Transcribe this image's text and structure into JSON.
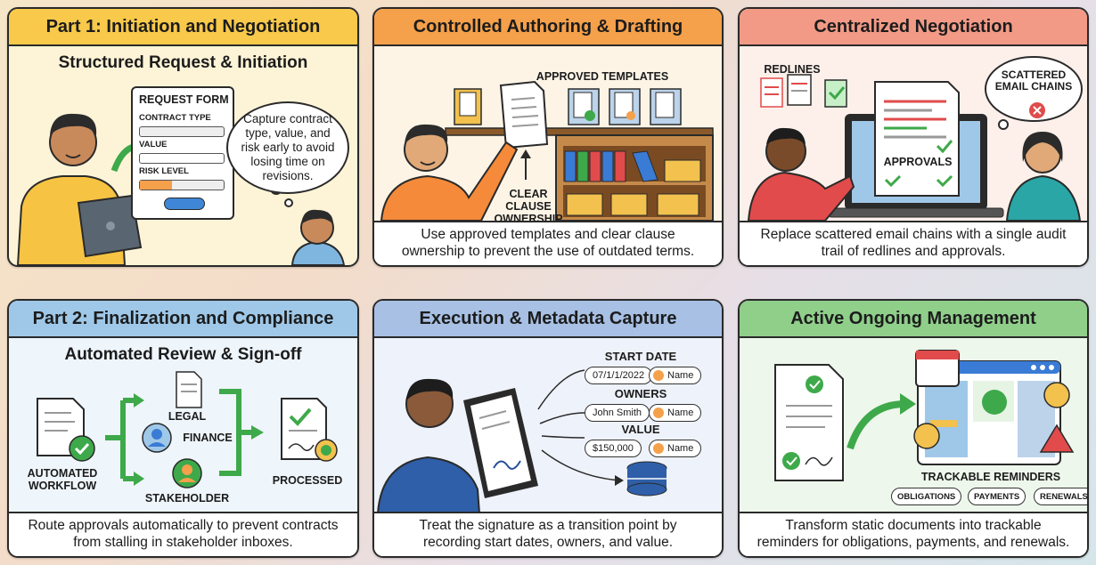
{
  "panels": {
    "p1": {
      "title": "Part 1: Initiation and Negotiation",
      "subtitle": "Structured Request & Initiation",
      "form_title": "REQUEST FORM",
      "field_contract_type": "CONTRACT TYPE",
      "field_value": "VALUE",
      "field_risk": "RISK LEVEL",
      "thought": "Capture contract type, value, and risk early to avoid losing time on revisions.",
      "caption": ""
    },
    "p2": {
      "title": "Controlled Authoring & Drafting",
      "templates_label": "APPROVED TEMPLATES",
      "ownership_label": "CLEAR CLAUSE OWNERSHIP",
      "caption": "Use approved templates and clear clause ownership to prevent the use of outdated terms."
    },
    "p3": {
      "title": "Centralized Negotiation",
      "redlines_label": "REDLINES",
      "email_label": "SCATTERED EMAIL CHAINS",
      "approvals_label": "APPROVALS",
      "caption": "Replace scattered email chains with a single audit trail of redlines and approvals."
    },
    "p4": {
      "title": "Part 2: Finalization and Compliance",
      "subtitle": "Automated Review & Sign-off",
      "workflow_label": "AUTOMATED WORKFLOW",
      "legal_label": "LEGAL",
      "finance_label": "FINANCE",
      "stakeholder_label": "STAKEHOLDER",
      "processed_label": "PROCESSED",
      "caption": "Route approvals automatically to prevent contracts from stalling in stakeholder inboxes."
    },
    "p5": {
      "title": "Execution & Metadata Capture",
      "start_date_label": "START DATE",
      "start_date_value": "07/1/1/2022",
      "owners_label": "OWNERS",
      "owners_value": "John Smith",
      "value_label": "VALUE",
      "value_value": "$150,000",
      "name_tag": "Name",
      "caption": "Treat the signature as a transition point by recording start dates, owners, and value."
    },
    "p6": {
      "title": "Active Ongoing Management",
      "reminders_label": "TRACKABLE REMINDERS",
      "tag_obligations": "OBLIGATIONS",
      "tag_payments": "PAYMENTS",
      "tag_renewals": "RENEWALS",
      "caption": "Transform static documents into trackable reminders for obligations, payments, and renewals."
    }
  },
  "colors": {
    "p1_head": "#f8c94a",
    "p2_head": "#f5a04a",
    "p3_head": "#f29a86",
    "p4_head": "#9fc8e8",
    "p5_head": "#a7c0e4",
    "p6_head": "#8fcf8a",
    "check_green": "#3ea94a",
    "red": "#e14b4b"
  }
}
